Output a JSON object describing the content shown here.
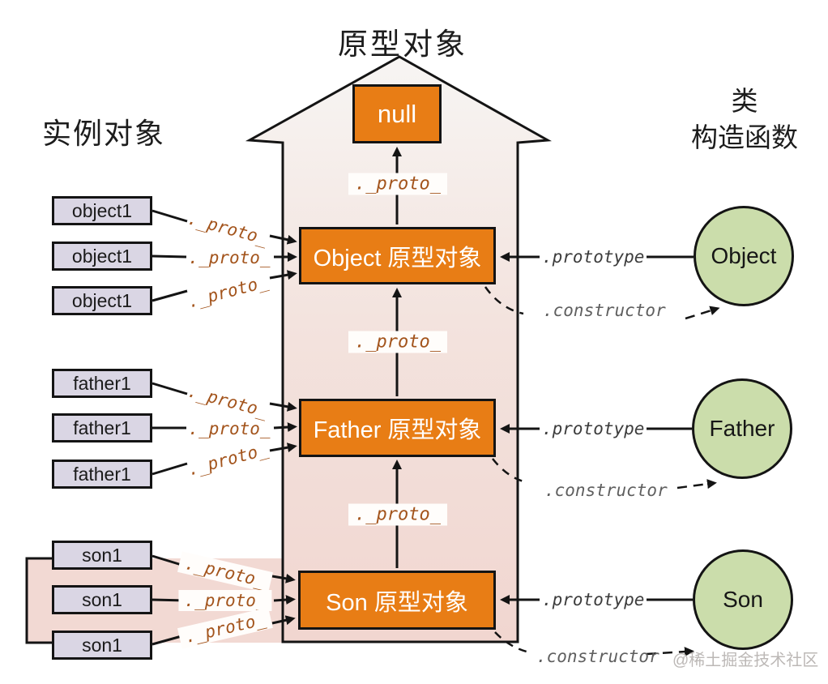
{
  "titles": {
    "top": "原型对象",
    "left": "实例对象",
    "right_line1": "类",
    "right_line2": "构造函数"
  },
  "prototype_chain": {
    "null_box": "null",
    "object_box": "Object 原型对象",
    "father_box": "Father 原型对象",
    "son_box": "Son 原型对象"
  },
  "instances": {
    "object": "object1",
    "father": "father1",
    "son": "son1"
  },
  "constructors": {
    "object": "Object",
    "father": "Father",
    "son": "Son"
  },
  "labels": {
    "proto": "._proto_",
    "prototype": ".prototype",
    "constructor": ".constructor"
  },
  "watermark": "@稀土掘金技术社区",
  "colors": {
    "box_orange": "#e87d15",
    "instance_fill": "#dad6e4",
    "constructor_fill": "#cbddab",
    "arrow_pink_bottom": "#f1d6d0",
    "arrow_light_top": "#f7f5f3",
    "proto_text": "#a3541c",
    "line_black": "#141414"
  }
}
